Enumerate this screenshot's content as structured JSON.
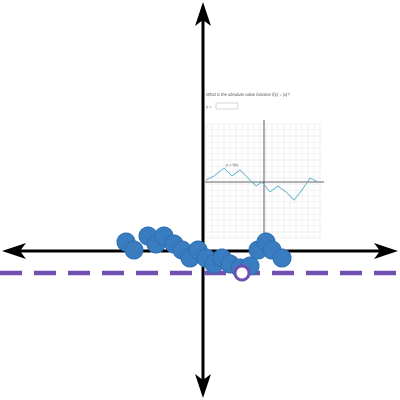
{
  "colors": {
    "background": "#ffffff",
    "axis": "#000000",
    "point_fill": "#3a7cc0",
    "point_stroke": "#2f6fb3",
    "dashed_line": "#6f4fb0",
    "open_point_stroke": "#6f4fb0",
    "embedded_grid": "#dcdcdc",
    "embedded_curve": "#5aa9c9"
  },
  "icons": {
    "arrow_up": "arrow-up-icon",
    "arrow_down": "arrow-down-icon",
    "arrow_left": "arrow-left-icon",
    "arrow_right": "arrow-right-icon"
  },
  "embedded_screenshot": {
    "prompt": "What is the absolute value function f(x) = |x|?",
    "answer_prefix": "y =",
    "curve_label": "y = f(x)"
  }
}
